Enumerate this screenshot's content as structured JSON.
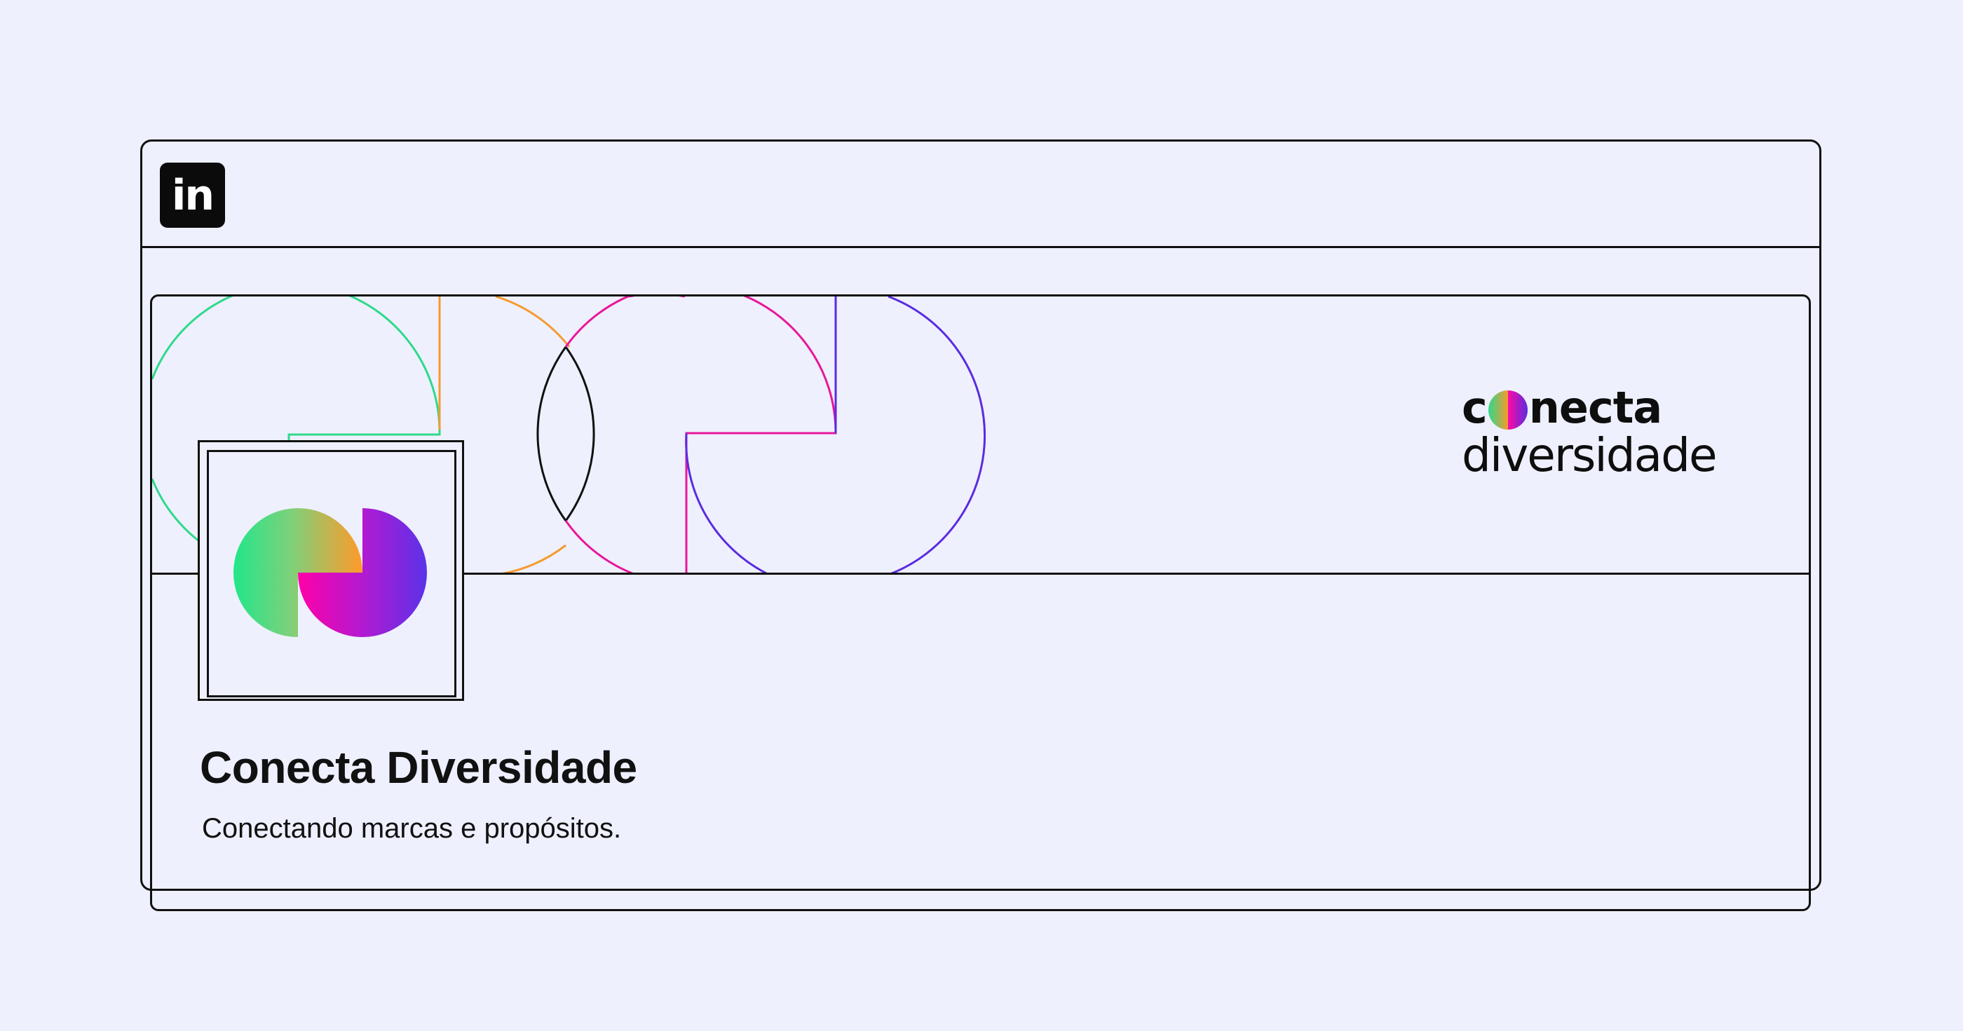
{
  "header": {
    "logo_text": "in",
    "logo_icon": "linkedin-icon"
  },
  "banner": {
    "brand_prefix": "c",
    "brand_suffix": "necta",
    "brand_line2": "diversidade",
    "colors": {
      "green": "#2fd98a",
      "orange": "#f59a2e",
      "pink": "#e8179a",
      "purple": "#5b2be0",
      "black": "#111111"
    }
  },
  "profile": {
    "name": "Conecta Diversidade",
    "tagline": "Conectando marcas e propósitos."
  },
  "colors": {
    "background": "#eef0fe",
    "stroke": "#111111"
  }
}
